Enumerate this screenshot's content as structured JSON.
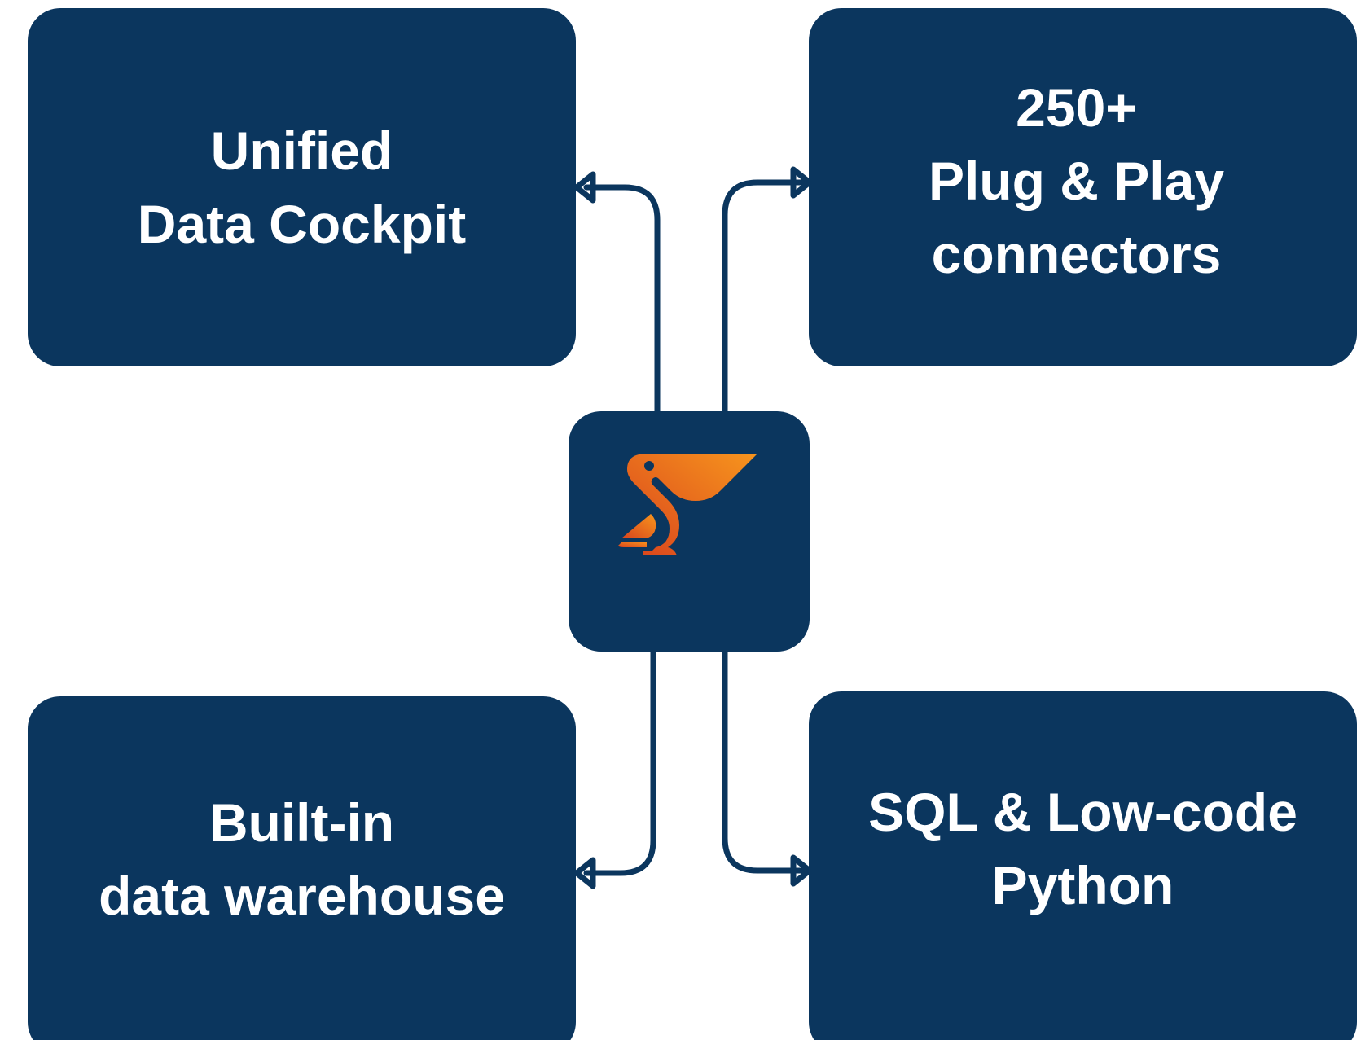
{
  "diagram": {
    "type": "hub-and-spoke",
    "box_color": "#0b365e",
    "text_color": "#ffffff",
    "connector_color": "#0b365e",
    "hub": {
      "icon": "pelican-logo-icon",
      "icon_gradient": [
        "#d9441d",
        "#f7951d"
      ]
    },
    "nodes": {
      "top_left": {
        "lines": [
          "Unified",
          "Data Cockpit"
        ]
      },
      "top_right": {
        "lines": [
          "250+",
          "Plug & Play",
          "connectors"
        ]
      },
      "bottom_left": {
        "lines": [
          "Built-in",
          "data warehouse"
        ]
      },
      "bottom_right": {
        "lines": [
          "SQL & Low-code",
          "Python"
        ]
      }
    }
  }
}
